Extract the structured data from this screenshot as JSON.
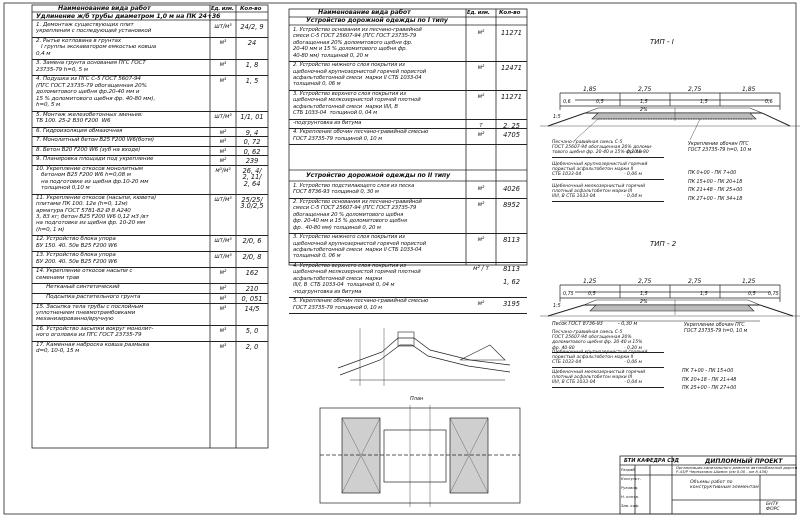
{
  "left_table": {
    "headers": {
      "name": "Наименование вида работ",
      "unit": "Ед. изм.",
      "qty": "Кол-во"
    },
    "section": "Удлинение ж/б трубы диаметром 1,0 м на ПК 24+36",
    "rows": [
      {
        "text": "1. Демонтаж существующих плит\nукрепления с последующей установкой",
        "unit": "шт/м³",
        "qty": "24/2, 9"
      },
      {
        "text": "2. Рытье котлована в грунтах\n   I группы экскаватором емкостью ковша\n0,4 м",
        "unit": "м³",
        "qty": "24"
      },
      {
        "text": "3. Замена грунта основания ПГС ГОСТ\n23735-79 h=0, 5 м",
        "unit": "м³",
        "qty": "1, 8"
      },
      {
        "text": "4. Подушка из ПГС С-5 ГОСТ 5607-94\n(ПГС ГОСТ 23735-79 обогащенная 20%\nдоломитового щебня фр.20-40 мм и\n15 % доломитового щебня фр. 40-80 мм),\nh=0, 5 м",
        "unit": "м³",
        "qty": "1, 5"
      },
      {
        "text": "5. Монтаж железобетонных звеньев:\nТБ 100. 25-2 В30 F200  W6",
        "unit": "шт/м³",
        "qty": "1/1, 01"
      },
      {
        "text": "6. Гидроизоляция обмазочная",
        "unit": "м²",
        "qty": "9, 4"
      },
      {
        "text": "7. Монолитный бетон В25 F200 W6(ботм)",
        "unit": "м³",
        "qty": "0, 72"
      },
      {
        "text": "8. Бетон В20 F200 W6 (зуб на входе)",
        "unit": "м³",
        "qty": "0, 62"
      },
      {
        "text": "9. Планировка площади под укрепление",
        "unit": "м²",
        "qty": "239"
      },
      {
        "text": "10. Укрепление откосов монолитным\n   бетоном В25 F200 W6 h=0,08 м\n   на подготовке из щебня фр.10-20 мм\n   толщиной 0,10 м",
        "unit": "м³/м³",
        "qty": "26, 4/\n2, 11/\n2, 64"
      },
      {
        "text": "11. Укрепление откосов (насыпи, кювета)\nплитами ПК 100. 12е (h=0, 12м)\nарматура ГОСТ 5781-82 Ø 8 А240\n3, 83 кг; бетон В25 F200 W6 0,12 м3 /вт\nна подготовке из щебня фр. 10-20 мм\n(h=0, 1 м)",
        "unit": "шт/м³",
        "qty": "25/25/\n3.0/2,5"
      },
      {
        "text": "12. Устройство блока упора\nБУ 150. 40. 50е В25 F200 W6",
        "unit": "шт/м³",
        "qty": "2/0, 6"
      },
      {
        "text": "13. Устройство блока упора\nБУ 200. 40. 50е В25 F200 W6",
        "unit": "шт/м³",
        "qty": "2/0, 8"
      },
      {
        "text": "14. Укрепление откосов насыпи с\nсеменами трав",
        "unit": "м²",
        "qty": "162"
      },
      {
        "text": "      Нетканый синтетический",
        "unit": "м²",
        "qty": "210"
      },
      {
        "text": "      Подсыпка растительного грунта",
        "unit": "м³",
        "qty": "0, 051"
      },
      {
        "text": "15. Засыпка тела трубы с послойным\nуплотнением пневмотрамбовками\nмеханизированно/вручную",
        "unit": "м³",
        "qty": "14/5"
      },
      {
        "text": "16. Устройство засыпки вокруг монолит-\nного оголовка из ПГС ГОСТ 23735-79",
        "unit": "м³",
        "qty": "5, 0"
      },
      {
        "text": "17. Каменная наброска ковша размыва\nd=0, 10-0, 15 м",
        "unit": "м³",
        "qty": "2, 0"
      }
    ]
  },
  "right_table": {
    "headers": {
      "name": "Наименование вида работ",
      "unit": "Ед. изм.",
      "qty": "Кол-во"
    },
    "section1": "Устройство дорожной одежды по I типу",
    "rows1": [
      {
        "text": "1. Устройство основания из песчано-гравийной\nсмеси С-5 ГОСТ 25607-94 (ПГС ГОСТ 23735-79\nобогащенная 20% доломитового щебня фр.\n20-40 мм и 15 % доломитового щебня фр.\n40-80 мм) толщиной 0, 20 м",
        "unit": "м²",
        "qty": "11271"
      },
      {
        "text": "2. Устройство нижнего слоя покрытия из\nщебеночной крупнозернистой горячей пористой\nасфальтобетонной смеси  марки II СТБ 1033-04\nтолщиной 0, 06 м",
        "unit": "м²",
        "qty": "12471"
      },
      {
        "text": "3. Устройство верхнего слоя покрытия из\nщебеночной мелкозернистой горячей плотной\nасфальтобетонной смеси  марки III/I, В\nСТБ 1033-04  толщиной 0, 04 м",
        "unit": "м²",
        "qty": "11271"
      },
      {
        "text": "-подгрунтовка из битума",
        "unit": "т",
        "qty": "2, 25"
      },
      {
        "text": "4. Укрепление обочин песчано-гравийной смесью\nГОСТ 23735-79 толщиной 0, 10 м",
        "unit": "м²",
        "qty": "4705"
      }
    ],
    "section2": "Устройство дорожной одежды по II типу",
    "rows2": [
      {
        "text": "1. Устройство подстилающего слоя из песка\nГОСТ 8736-93 толщиной 0, 30 м",
        "unit": "м²",
        "qty": "4026"
      },
      {
        "text": "2. Устройство основания из песчано-гравийной\nсмеси С-5 ГОСТ 25607-94 (ПГС ГОСТ 23735-79\nобогащенная 20 % доломитового щебня\nфр. 20-40 мм и 15 % доломитового щебня\nфр.  40-80 мм) толщиной 0, 20 м",
        "unit": "м²",
        "qty": "8952"
      },
      {
        "text": "3. Устройство нижнего слоя покрытия из\nщебеночной крупнозернистой горячей пористой\nасфальтобетонной смеси  марки II СТБ 1033-04\nтолщиной 0, 06 м",
        "unit": "м²",
        "qty": "8113"
      },
      {
        "text": "4. Устройство верхнего слоя покрытия из\nщебеночной мелкозернистой горячей плотной\nасфальтобетонной смеси  марки\nIII/I, В  СТБ 1033-04  толщиной 0, 04 м\n-подгрунтовка из битума",
        "unit": "м² / т",
        "qty": "8113\n\n1, 62"
      },
      {
        "text": "5. Укрепление обочин песчано-гравийной смесью\nГОСТ 23735-79 толщиной 0, 10 м",
        "unit": "м²",
        "qty": "3195"
      }
    ]
  },
  "type1": {
    "title": "ТИП - I",
    "dims": [
      "1,85",
      "2,75",
      "2,75",
      "1,85"
    ],
    "subdims": [
      "0,6",
      "0,5",
      "1,5",
      "1,5",
      "0,6"
    ],
    "slope": "1:5",
    "grade": "2%",
    "layers": [
      {
        "name": "Песчано-гравийная смесь С-5\nГОСТ 25607-94 обогащенная 20% доломи-\nтового щебня фр. 20-40 и 15% фр. 40-80",
        "thk": "- 0,20 м"
      },
      {
        "name": "Щебеночный крупнозернистый горячий\nпористый асфальтобетон марки II\nСТБ 1033-04",
        "thk": "- 0,06 м"
      },
      {
        "name": "Щебеночный мелкозернистый горячий\nплотный асфальтобетон марки III\nIII/I, В СТБ 1033-04",
        "thk": "- 0,04 м"
      }
    ],
    "shoulder": "Укрепление обочин ПГС\nГОСТ 23735-79 h=0, 10 м",
    "pickets": [
      "ПК 0+00 - ПК 7+00",
      "ПК 15+00 - ПК 20+18",
      "ПК 21+48 - ПК 25+00",
      "ПК 27+00 - ПК 34+18"
    ]
  },
  "type2": {
    "title": "ТИП - 2",
    "dims": [
      "1,25",
      "2,75",
      "2,75",
      "1,25"
    ],
    "subdims": [
      "0,75",
      "0,5",
      "1,5",
      "1,5",
      "0,5",
      "0,75"
    ],
    "slope": "1:5",
    "grade": "2%",
    "sand": {
      "name": "Песок ГОСТ 8736-93",
      "thk": "- 0,30 м"
    },
    "layers": [
      {
        "name": "Песчано-гравийная смесь С-5\nГОСТ 25607-94 обогащенная 20%\nдоломитового щебня фр. 20-40 и 15%\nфр. 40-80",
        "thk": "- 0,20 м"
      },
      {
        "name": "Щебеночный крупнозернистый горячий\nпористый асфальтобетон марки II\nСТБ 1033-04",
        "thk": "- 0,06 м"
      },
      {
        "name": "Щебеночный мелкозернистый горячий\nплотный асфальтобетон марки III\nIII/I, В СТБ 1033-04",
        "thk": "- 0,04 м"
      }
    ],
    "shoulder": "Укрепление обочин ПГС\nГОСТ 23735-79 h=0, 10 м",
    "pickets": [
      "ПК 7+00 - ПК 15+00",
      "ПК 20+18 - ПК 21+48",
      "ПК 25+00 - ПК 27+00"
    ]
  },
  "drawing": {
    "plan_label": "План"
  },
  "stamp": {
    "org": "БТИ КАФЕДРА СЭД",
    "project": "ДИПЛОМНЫЙ ПРОЕКТ",
    "desc": "Организация капитального ремонта автомобильной дороги\nР-43/Р Черняховск-Шимск (км 0,00 - км 8,436)",
    "sheet_title": "Объемы работ по\nконструктивным элементам",
    "group": "БНТУ\nФОРС",
    "roles": [
      "Разраб.",
      "Консульт.",
      "Руковод.",
      "Н. контр.",
      "Зав. каф."
    ]
  }
}
